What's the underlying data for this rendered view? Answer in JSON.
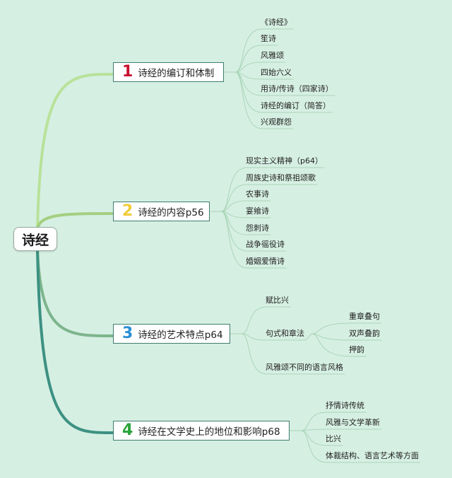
{
  "root": {
    "label": "诗经"
  },
  "branches": [
    {
      "number": "1",
      "title": "诗经的编订和体制",
      "num_color": "#c8102e",
      "line_color": "#b8e29a",
      "items": [
        {
          "label": "《诗经》"
        },
        {
          "label": "笙诗"
        },
        {
          "label": "风雅颂"
        },
        {
          "label": "四始六义"
        },
        {
          "label": "用诗/传诗（四家诗）"
        },
        {
          "label": "诗经的编订（简答）"
        },
        {
          "label": "兴观群怨"
        }
      ]
    },
    {
      "number": "2",
      "title": "诗经的内容p56",
      "num_color": "#f2cc3a",
      "line_color": "#a3cf80",
      "items": [
        {
          "label": "现实主义精神（p64）"
        },
        {
          "label": "周族史诗和祭祖颂歌"
        },
        {
          "label": "农事诗"
        },
        {
          "label": "宴飨诗"
        },
        {
          "label": "怨刺诗"
        },
        {
          "label": "战争徭役诗"
        },
        {
          "label": "婚姻爱情诗"
        }
      ]
    },
    {
      "number": "3",
      "title": "诗经的艺术特点p64",
      "num_color": "#2b8fd6",
      "line_color": "#7db58c",
      "items": [
        {
          "label": "赋比兴"
        },
        {
          "label": "句式和章法",
          "children": [
            "重章叠句",
            "双声叠韵",
            "押韵"
          ]
        },
        {
          "label": "风雅颂不同的语言风格"
        }
      ]
    },
    {
      "number": "4",
      "title": "诗经在文学史上的地位和影响p68",
      "num_color": "#2aa43a",
      "line_color": "#3c9182",
      "items": [
        {
          "label": "抒情诗传统"
        },
        {
          "label": "风雅与文学革新"
        },
        {
          "label": "比兴"
        },
        {
          "label": "体裁结构、语言艺术等方面"
        }
      ]
    }
  ]
}
